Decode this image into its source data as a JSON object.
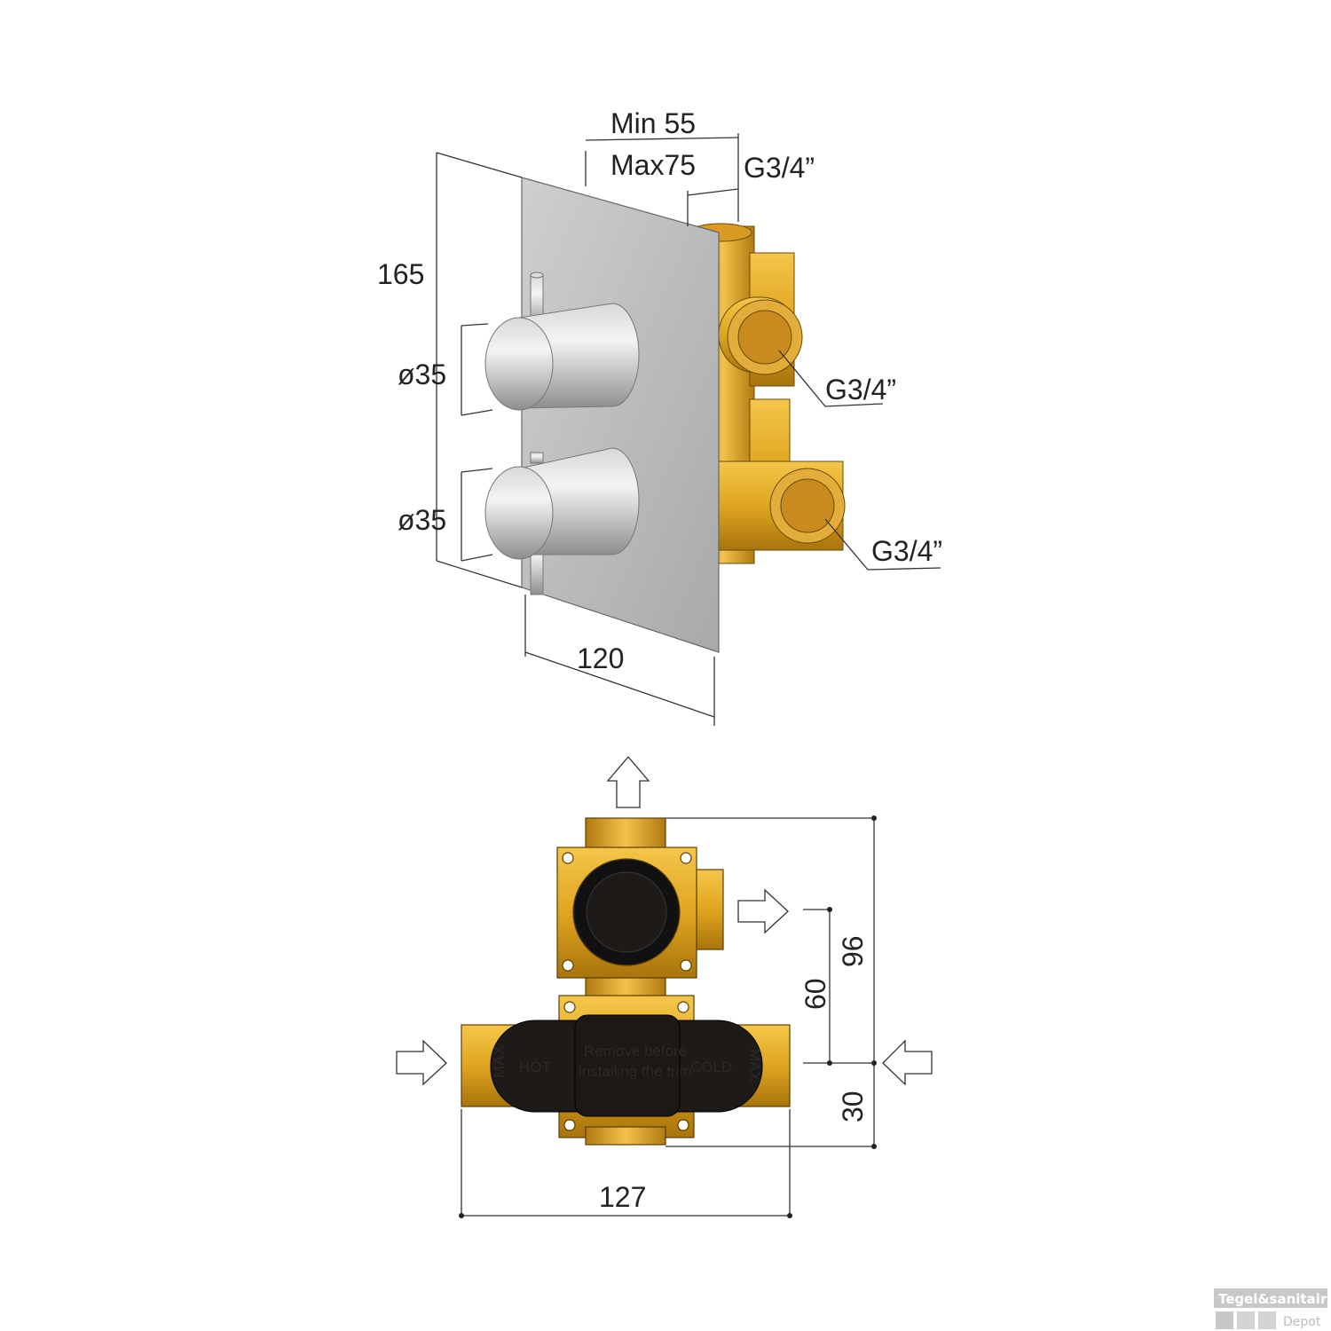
{
  "top_view": {
    "depth_min": "Min 55",
    "depth_max": "Max75",
    "connection_top": "G3/4”",
    "height": "165",
    "knob_upper_diameter": "ø35",
    "knob_lower_diameter": "ø35",
    "connection_middle": "G3/4”",
    "connection_bottom": "G3/4”",
    "width": "120"
  },
  "bottom_view": {
    "height_total": "96",
    "height_outlet": "60",
    "height_inlet": "30",
    "width": "127",
    "cap_label_hot": "HOT",
    "cap_label_cold": "COLD",
    "cap_label_max": "MAX",
    "cap_notice_line1": "Remove before",
    "cap_notice_line2": "installing the trim"
  },
  "watermark": {
    "line1": "Tegel&sanitair",
    "line2": "Depot"
  },
  "colors": {
    "brass": "#e0a520",
    "brass_dark": "#a8740c",
    "cap": "#1e1a17",
    "panel": "#c4c4c4"
  }
}
